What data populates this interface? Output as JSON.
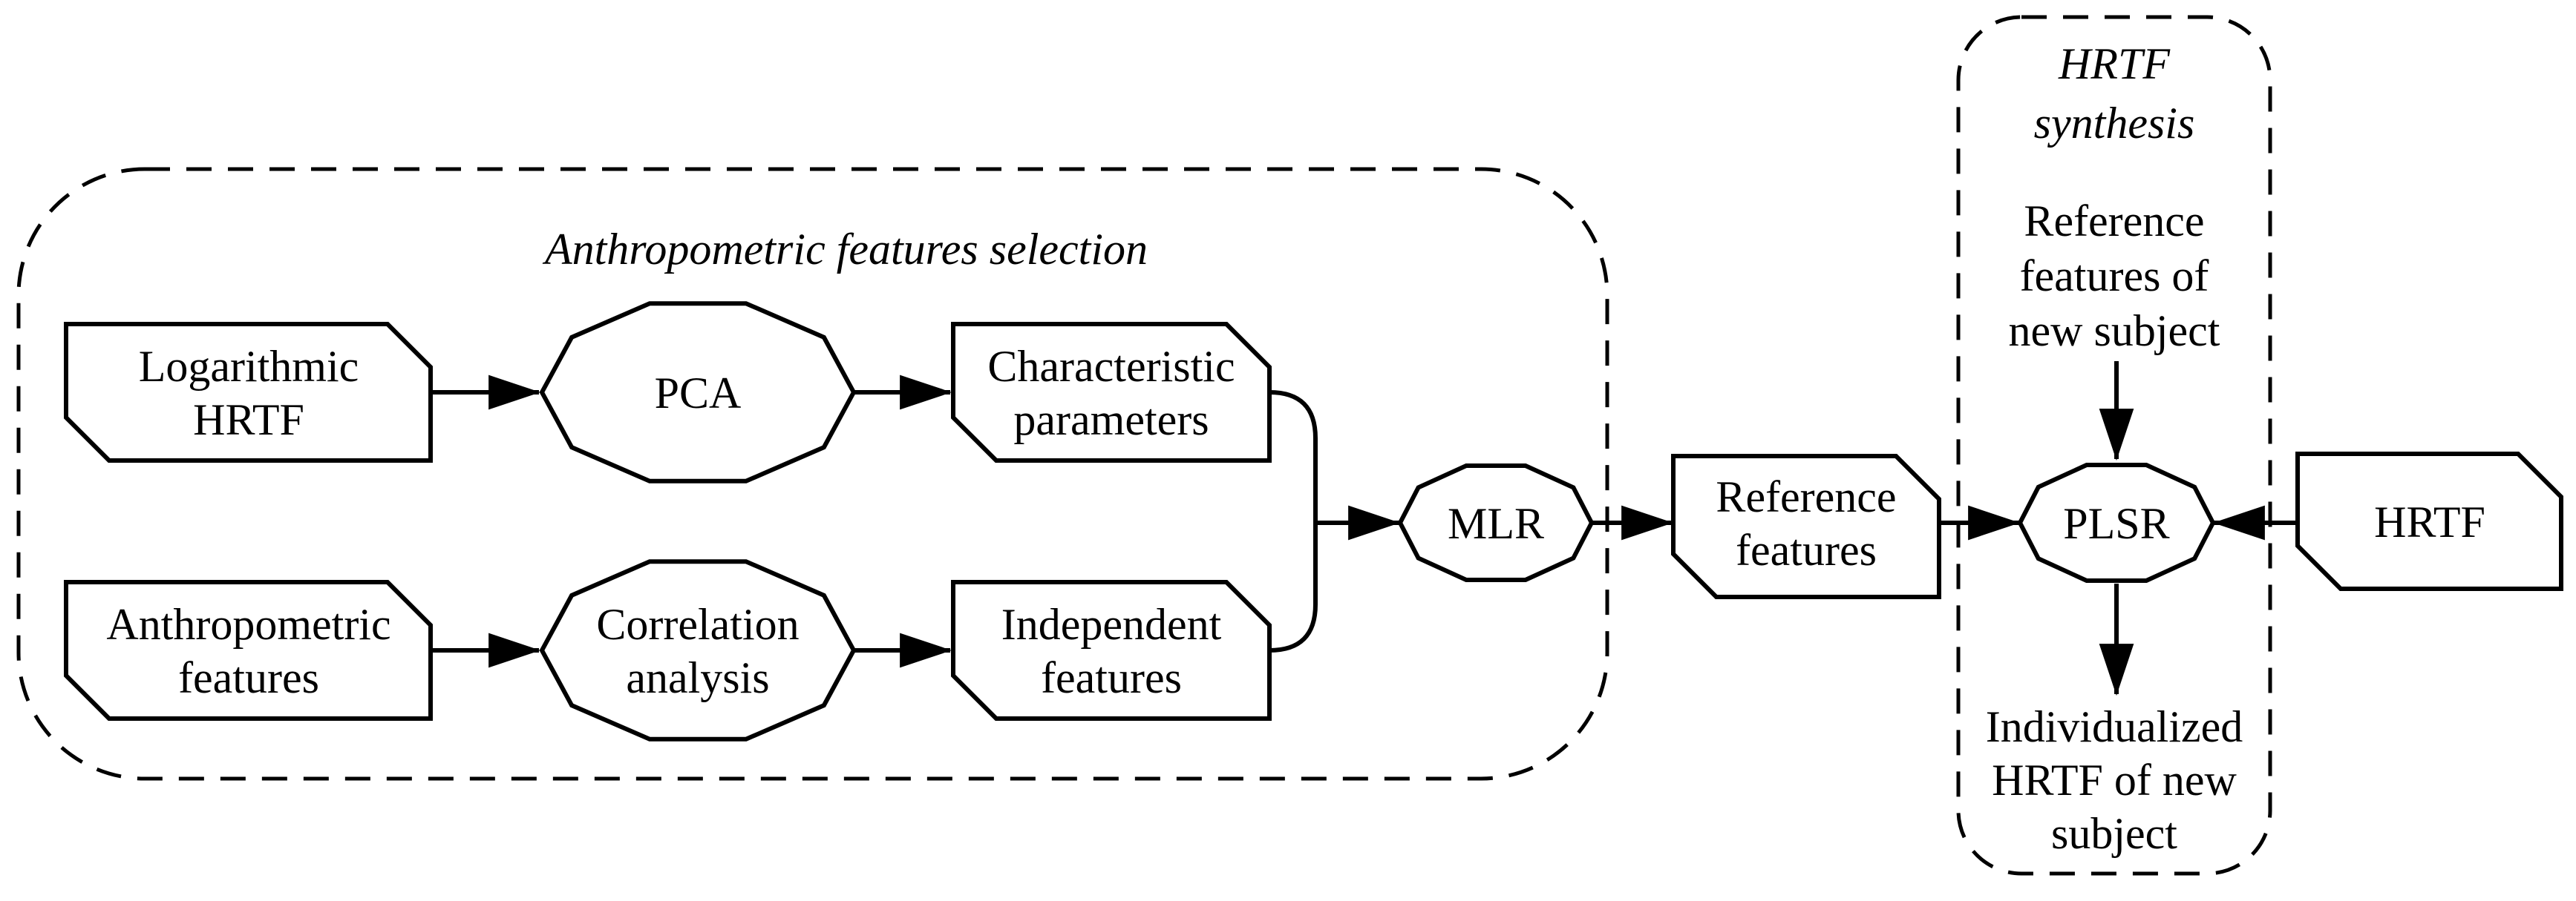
{
  "diagram": {
    "background_color": "#ffffff",
    "line_color": "#000000",
    "containers": {
      "anthropometric_selection": {
        "title": "Anthropometric features selection"
      },
      "hrtf_synthesis": {
        "title_lines": [
          "HRTF",
          "synthesis"
        ]
      }
    },
    "nodes": {
      "logarithmic_hrtf": {
        "lines": [
          "Logarithmic",
          "HRTF"
        ]
      },
      "pca": {
        "label": "PCA"
      },
      "characteristic_parameters": {
        "lines": [
          "Characteristic",
          "parameters"
        ]
      },
      "anthropometric_features": {
        "lines": [
          "Anthropometric",
          "features"
        ]
      },
      "correlation_analysis": {
        "lines": [
          "Correlation",
          "analysis"
        ]
      },
      "independent_features": {
        "lines": [
          "Independent",
          "features"
        ]
      },
      "mlr": {
        "label": "MLR"
      },
      "reference_features": {
        "lines": [
          "Reference",
          "features"
        ]
      },
      "plsr": {
        "label": "PLSR"
      },
      "hrtf_input": {
        "label": "HRTF"
      },
      "reference_features_new_subject": {
        "lines": [
          "Reference",
          "features of",
          "new subject"
        ]
      },
      "individualized_hrtf": {
        "lines": [
          "Individualized",
          "HRTF of new",
          "subject"
        ]
      }
    }
  }
}
